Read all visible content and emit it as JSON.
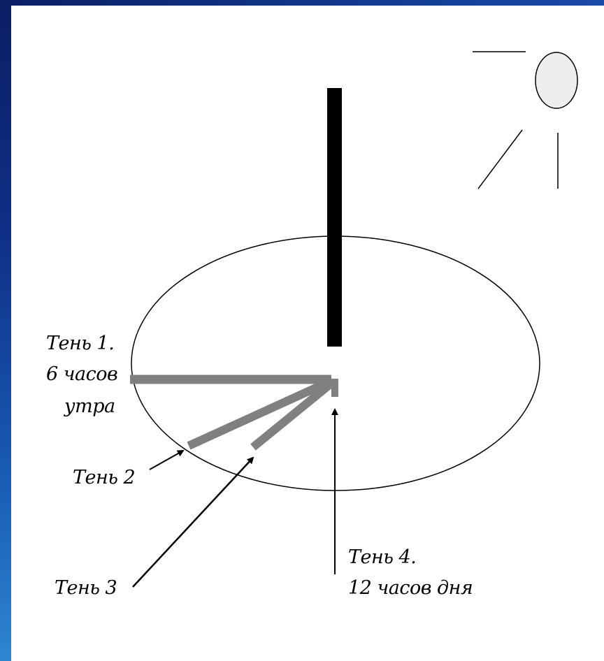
{
  "labels": {
    "shadow1_title": "Тень 1.",
    "shadow1_line2": "6 часов",
    "shadow1_line3": "утра",
    "shadow2": "Тень 2",
    "shadow3": "Тень 3",
    "shadow4_title": "Тень 4.",
    "shadow4_line2": "12 часов дня"
  },
  "colors": {
    "stick": "#000000",
    "shadow": "#808080",
    "outline": "#000000",
    "sun_fill": "#eeeeee",
    "frame": "#0f2f86"
  }
}
